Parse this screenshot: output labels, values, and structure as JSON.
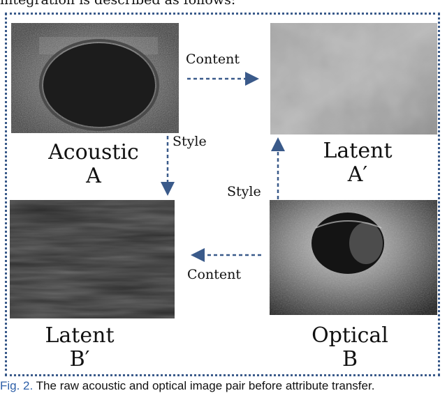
{
  "preceding_text": "integration is described as follows:",
  "panels": {
    "acoustic": {
      "name": "Acoustic",
      "symbol": "A"
    },
    "latent_a": {
      "name": "Latent",
      "symbol": "A′"
    },
    "latent_b": {
      "name": "Latent",
      "symbol": "B′"
    },
    "optical": {
      "name": "Optical",
      "symbol": "B"
    }
  },
  "arrows": {
    "top": "Content",
    "left": "Style",
    "right": "Style",
    "bottom": "Content"
  },
  "caption": {
    "fig_label": "Fig. 2.",
    "text": "The raw acoustic and optical image pair before  attribute transfer."
  },
  "colors": {
    "arrow": "#3a5a8a",
    "caption_label": "#2d5fa8"
  }
}
